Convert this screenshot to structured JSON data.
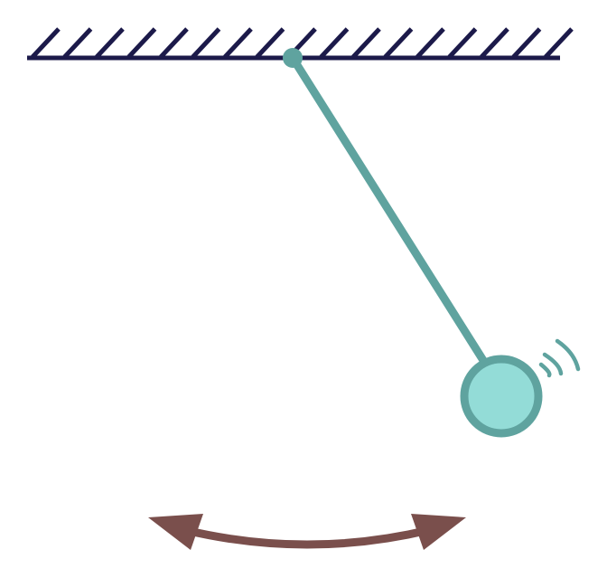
{
  "diagram": {
    "kind": "simple-pendulum",
    "elements": [
      "fixed-support",
      "pivot",
      "rod",
      "bob",
      "motion-lines",
      "swing-arrow"
    ]
  },
  "colors": {
    "background": "#ffffff",
    "support": "#1c1a4a",
    "rod": "#5fa39f",
    "bob_fill": "#93dcd7",
    "bob_stroke": "#5fa39f",
    "arrow": "#7a4f4c"
  }
}
